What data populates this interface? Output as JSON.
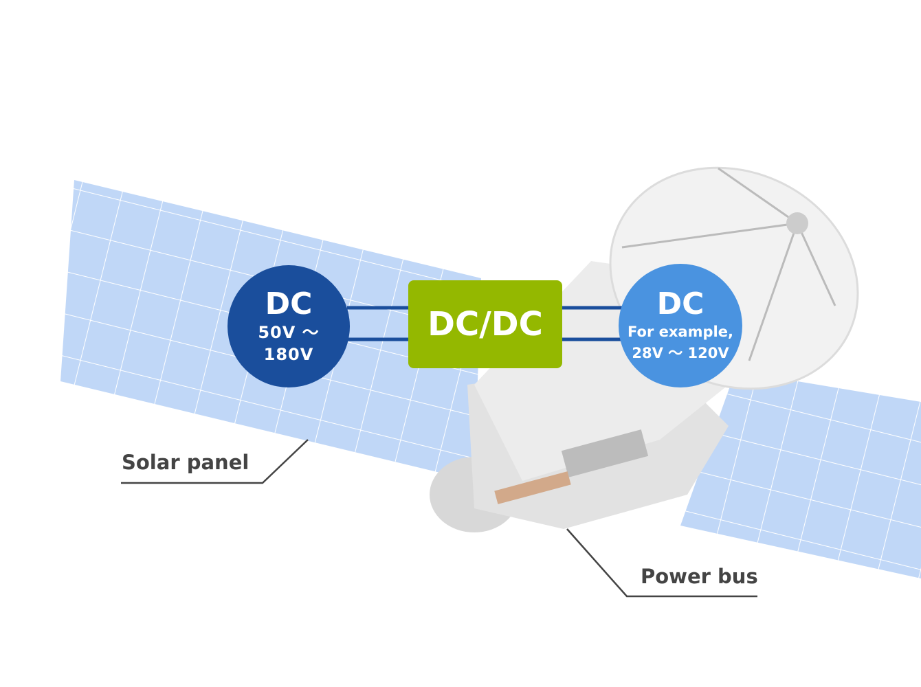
{
  "colors": {
    "input_dc": "#1a4e9c",
    "converter": "#94b800",
    "output_dc": "#4a93e0",
    "connector": "#1a4e9c",
    "label_text": "#444444",
    "panel": "#b7d1f5"
  },
  "input": {
    "title": "DC",
    "line1": "50V ～",
    "line2": "180V"
  },
  "converter": {
    "title": "DC/DC"
  },
  "output": {
    "title": "DC",
    "line1": "For example,",
    "line2": "28V ～ 120V"
  },
  "labels": {
    "solar_panel": "Solar panel",
    "power_bus": "Power bus"
  }
}
